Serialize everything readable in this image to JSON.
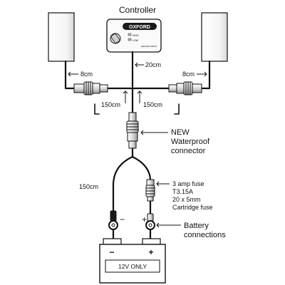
{
  "title": "Controller",
  "controller": {
    "brand": "OXFORD",
    "level_high": "HIGH",
    "level_low": "LOW",
    "small_text": "HEATED GRIPS"
  },
  "labels": {
    "cable_20cm": "20cm",
    "left_8cm": "8cm",
    "right_8cm": "8cm",
    "left_150cm": "150cm",
    "right_150cm": "150cm",
    "lower_150cm": "150cm",
    "connector_line1": "NEW",
    "connector_line2": "Waterproof",
    "connector_line3": "connector",
    "fuse_line1": "3 amp fuse",
    "fuse_line2": "T3.15A",
    "fuse_line3": "20 x 5mm",
    "fuse_line4": "Cartridge fuse",
    "battery_conn_line1": "Battery",
    "battery_conn_line2": "connections",
    "minus_sign": "−",
    "plus_sign": "+",
    "battery_minus": "−",
    "battery_plus": "+",
    "battery_text": "12V ONLY"
  }
}
